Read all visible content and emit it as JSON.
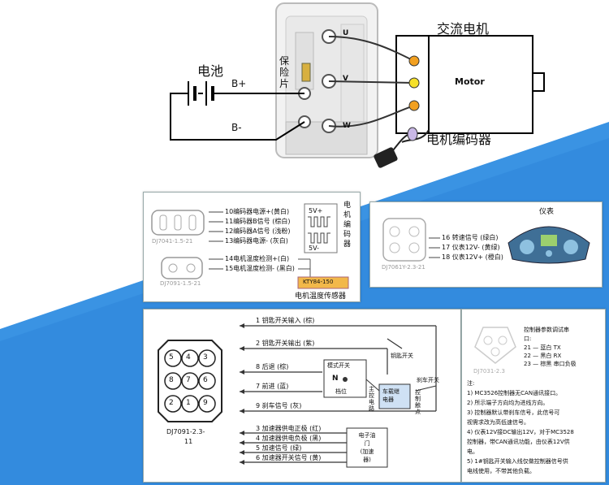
{
  "top": {
    "battery_label": "电池",
    "b_plus": "B+",
    "b_minus": "B-",
    "fuse_label": [
      "保",
      "险",
      "片"
    ],
    "terminal_u": "U",
    "terminal_v": "V",
    "terminal_w": "W",
    "ac_motor_label": "交流电机",
    "motor_box_label": "Motor",
    "encoder_label": "电机编码器"
  },
  "encoder_panel": {
    "pins": [
      "10编码器电源+(黄白)",
      "11编码器B信号 (棕白)",
      "12编码器A信号 (浅粉)",
      "13编码器电源- (灰白)",
      "14电机温度检测+(白)",
      "15电机温度检测- (黑白)"
    ],
    "connector_label_1": "DJ7041-1.5-21",
    "connector_label_2": "DJ7091-1.5-21",
    "wave_top": "5V+",
    "wave_bottom": "5V-",
    "side_label": [
      "电",
      "机",
      "编",
      "码",
      "器"
    ],
    "sensor_model": "KTY84-150",
    "sensor_caption": "电机温度传感器"
  },
  "meter_panel": {
    "title": "仪表",
    "pins": [
      "16 转速信号 (绿白)",
      "17 仪表12V- (黄绿)",
      "18 仪表12V+ (橙白)"
    ],
    "connector_label": "DJ7061Y-2.3-21"
  },
  "main_panel": {
    "connector_numbers": [
      "5",
      "4",
      "3",
      "8",
      "7",
      "6",
      "2",
      "1",
      "9"
    ],
    "connector_label_1": "DJ7091-2.3-",
    "connector_label_2": "11",
    "wires": [
      {
        "num": "1",
        "text": "钥匙开关输入 (棕)"
      },
      {
        "num": "2",
        "text": "钥匙开关输出 (紫)"
      },
      {
        "num": "8",
        "text": "后退 (棕)"
      },
      {
        "num": "7",
        "text": "前进 (蓝)"
      },
      {
        "num": "9",
        "text": "刹车信号 (灰)"
      },
      {
        "num": "3",
        "text": "加速器供电正极 (红)"
      },
      {
        "num": "4",
        "text": "加速器供电负极 (黑)"
      },
      {
        "num": "5",
        "text": "加速信号 (绿)"
      },
      {
        "num": "6",
        "text": "加速器开关信号 (黄)"
      }
    ],
    "key_switch": "钥匙开关",
    "mode_switch": "模式开关",
    "mode_n": "N",
    "gear_label": "档位",
    "relay": [
      "车载继",
      "电器"
    ],
    "brake_switch": "刹车开关",
    "control_label": [
      "控",
      "制",
      "触",
      "点"
    ],
    "throttle": [
      "电子油",
      "门",
      "(加速",
      "器)"
    ],
    "small_labels": [
      "主",
      "控",
      "电",
      "路"
    ]
  },
  "debug_panel": {
    "title": "控制器参数调试串",
    "subtitle": "口:",
    "rows": [
      {
        "num": "21",
        "text": "蓝白 TX"
      },
      {
        "num": "22",
        "text": "黑白 RX"
      },
      {
        "num": "23",
        "text": "棕黑 串口负极"
      }
    ],
    "connector_label": "DJ7031-2.3",
    "note_title": "注:",
    "notes": [
      "1) MC3526控制器无CAN通讯接口。",
      "2) 所示端子方向均为进线方向。",
      "3) 控制器默认带刹车信号，此信号可",
      "视需求改为高低速信号。",
      "4) 仪表12V接DC输出12V，对于MC3528",
      "控制器，带CAN通讯功能，由仪表12V供",
      "电。",
      "5) 1#钥匙开关输入线仅做控制器信号供",
      "电线使用，不带其他负载。"
    ]
  }
}
